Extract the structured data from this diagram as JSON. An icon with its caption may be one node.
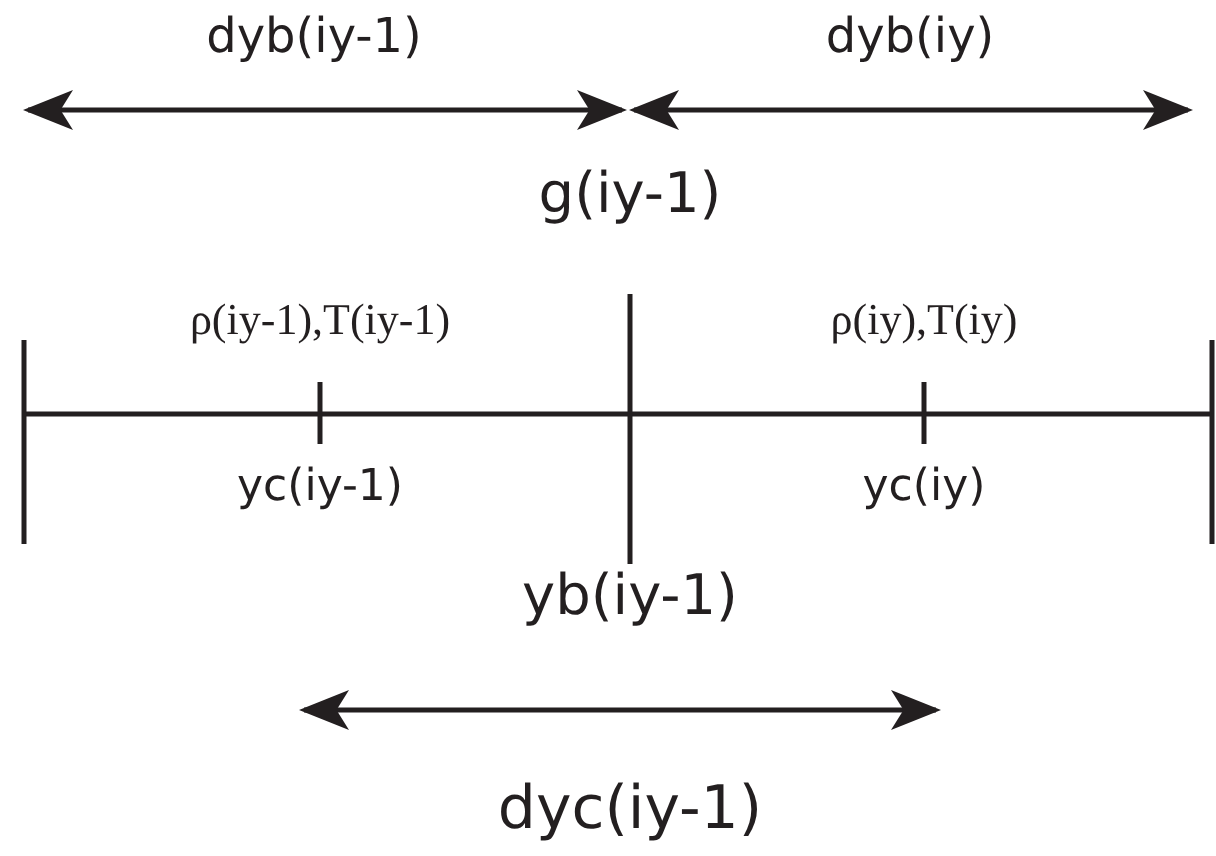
{
  "diagram": {
    "labels": [
      "dyb(iy-1)",
      "dyb(iy)",
      "g(iy-1)",
      "ρ(iy-1),T(iy-1)",
      "ρ(iy),T(iy)",
      "yc(iy-1)",
      "yc(iy)",
      "yb(iy-1)",
      "dyc(iy-1)"
    ]
  }
}
